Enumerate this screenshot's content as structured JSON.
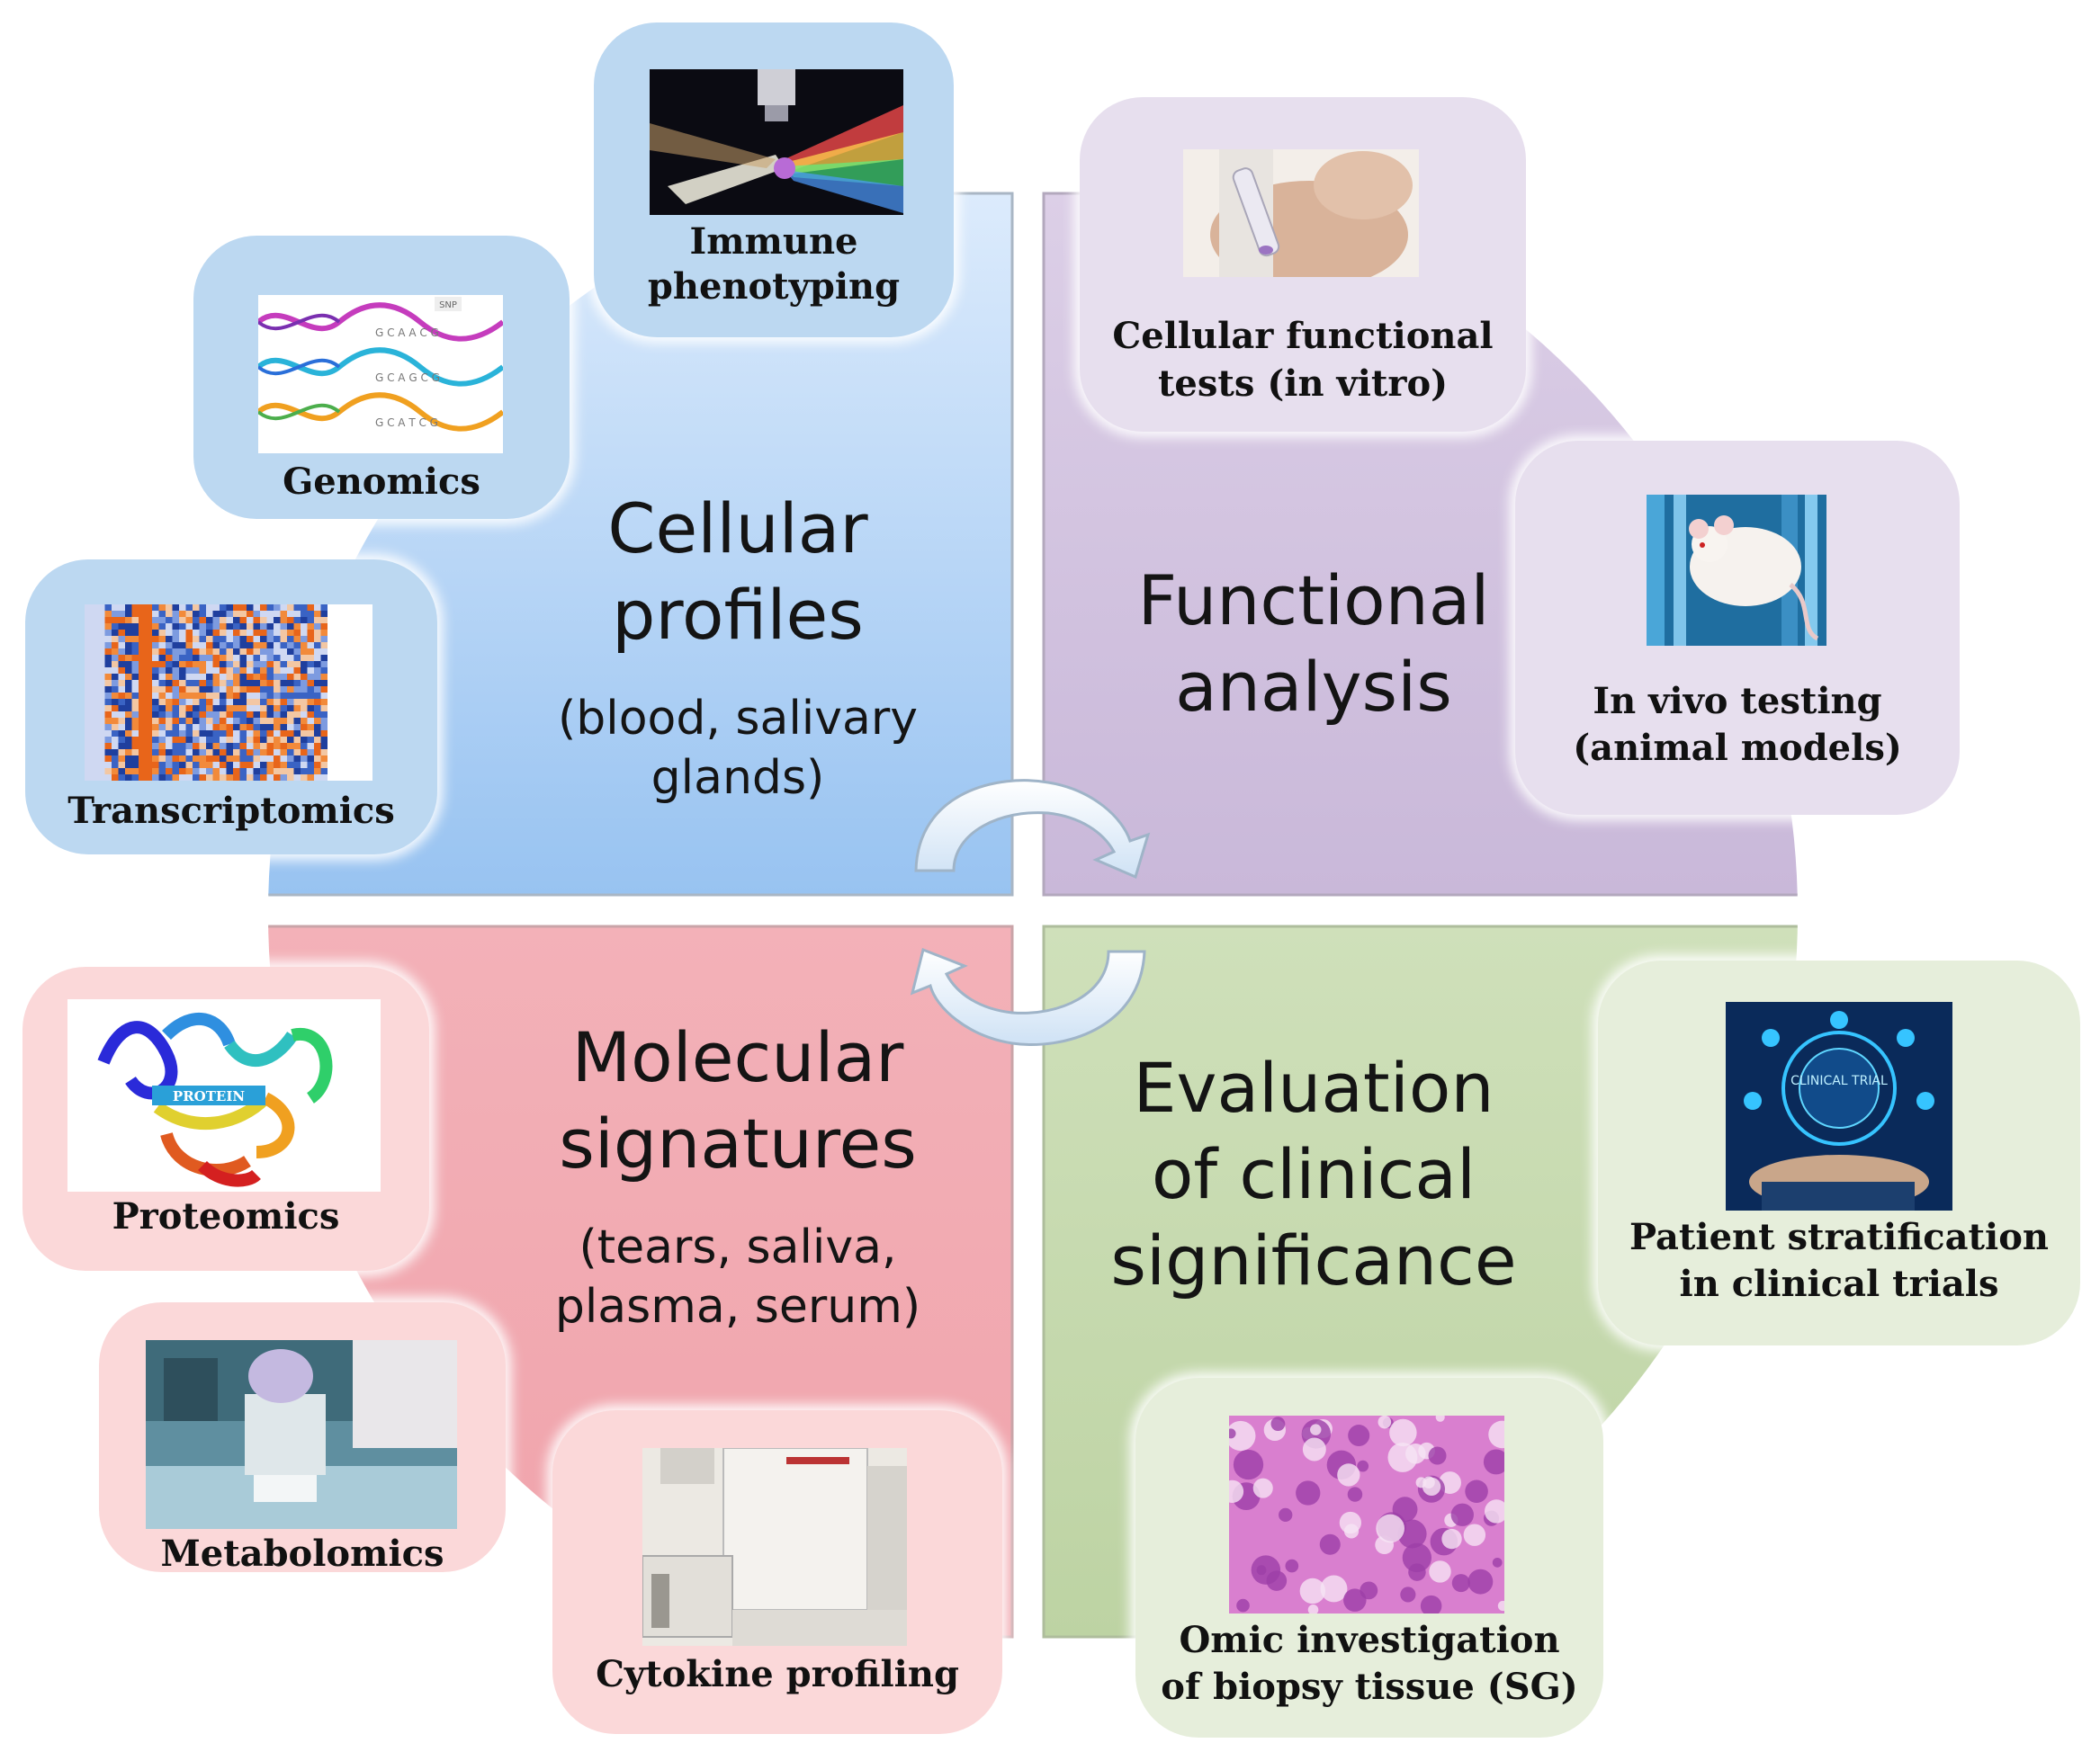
{
  "quadrants": {
    "cellular": {
      "title_line1": "Cellular",
      "title_line2": "profiles",
      "sub_line1": "(blood, salivary",
      "sub_line2": "glands)"
    },
    "functional": {
      "title_line1": "Functional",
      "title_line2": "analysis"
    },
    "molecular": {
      "title_line1": "Molecular",
      "title_line2": "signatures",
      "sub_line1": "(tears, saliva,",
      "sub_line2": "plasma, serum)"
    },
    "evaluation": {
      "title_line1": "Evaluation",
      "title_line2": "of clinical",
      "title_line3": "significance"
    }
  },
  "cards": {
    "immune": {
      "line1": "Immune",
      "line2": "phenotyping",
      "icon": "flow-cytometry-icon"
    },
    "genomics": {
      "line1": "Genomics",
      "icon": "dna-snp-icon",
      "image_text": {
        "snp": "SNP",
        "row1": "G C A A C G",
        "row2": "G C A G C G",
        "row3": "G C A T C G"
      }
    },
    "transcriptomics": {
      "line1": "Transcriptomics",
      "icon": "heatmap-icon"
    },
    "cellular_tests": {
      "line1": "Cellular functional",
      "line2": "tests (in vitro)",
      "icon": "test-tube-icon"
    },
    "in_vivo": {
      "line1": "In vivo testing",
      "line2": "(animal models)",
      "icon": "mouse-icon"
    },
    "proteomics": {
      "line1": "Proteomics",
      "icon": "protein-structure-icon",
      "image_text": "PROTEIN"
    },
    "metabolomics": {
      "line1": "Metabolomics",
      "icon": "pipette-icon"
    },
    "cytokine": {
      "line1": "Cytokine profiling",
      "icon": "lab-analyzer-icon"
    },
    "patient": {
      "line1": "Patient stratification",
      "line2": "in clinical trials",
      "icon": "clinical-trial-icon",
      "image_text": "CLINICAL TRIAL"
    },
    "omic": {
      "line1": "Omic investigation",
      "line2": "of biopsy tissue (SG)",
      "icon": "histology-icon"
    }
  },
  "colors": {
    "blue_top": "#d7e8fb",
    "blue_bottom": "#9cc6f2",
    "purple": "#cfbfdd",
    "pink": "#f2aab2",
    "green": "#c5d9ad"
  }
}
